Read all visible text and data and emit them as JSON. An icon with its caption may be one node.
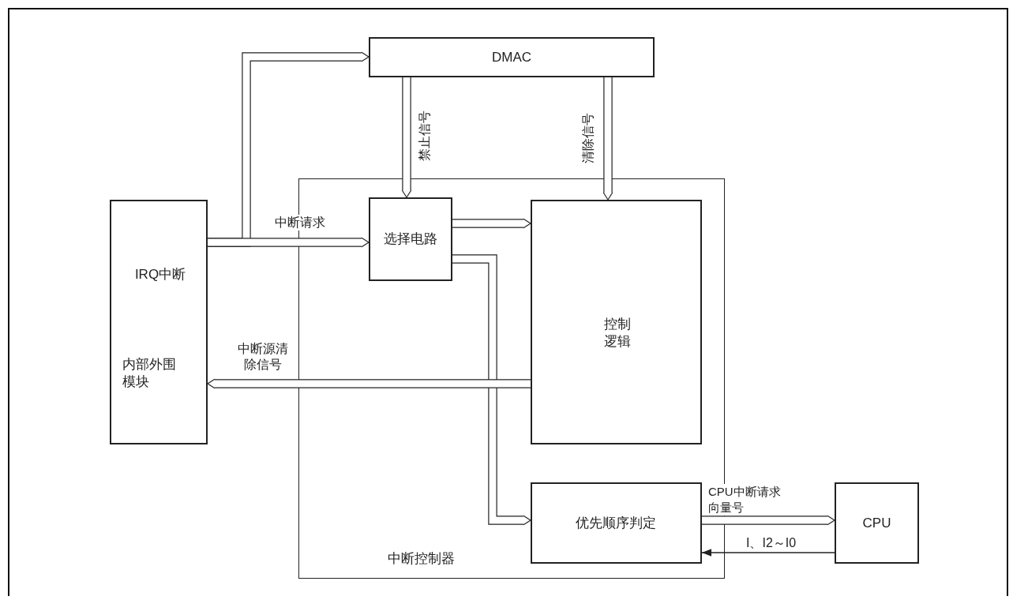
{
  "diagram": {
    "nodes": [
      {
        "text": [
          "IRQ中断",
          "内部外围模块"
        ]
      },
      {
        "text": [
          "DMAC"
        ]
      },
      {
        "text": [
          "中断控制器"
        ]
      },
      {
        "text": [
          "选择电路"
        ],
        "in": 2
      },
      {
        "text": [
          "控制逻辑"
        ],
        "in": 2
      },
      {
        "text": [
          "优先顺序判定"
        ],
        "in": 2
      },
      {
        "text": [
          "CPU"
        ]
      }
    ],
    "edges": [
      {
        "from": 0,
        "to": 1,
        "arrow": "to"
      },
      {
        "from": 0,
        "to": 3,
        "arrow": "to",
        "label": "中断请求"
      },
      {
        "from": 1,
        "to": 3,
        "arrow": "to",
        "label": "禁止信号"
      },
      {
        "from": 1,
        "to": 4,
        "arrow": "to",
        "label": "清除信号"
      },
      {
        "from": 3,
        "to": 4,
        "arrow": "to"
      },
      {
        "from": 3,
        "to": 5,
        "arrow": "to"
      },
      {
        "from": 4,
        "to": 0,
        "arrow": "to",
        "label": "中断源清除信号"
      },
      {
        "from": 5,
        "to": 6,
        "arrow": "to",
        "label": "CPU中断请求向量号"
      },
      {
        "from": 6,
        "to": 5,
        "arrow": "to",
        "label": "I、I2～I0"
      }
    ]
  }
}
